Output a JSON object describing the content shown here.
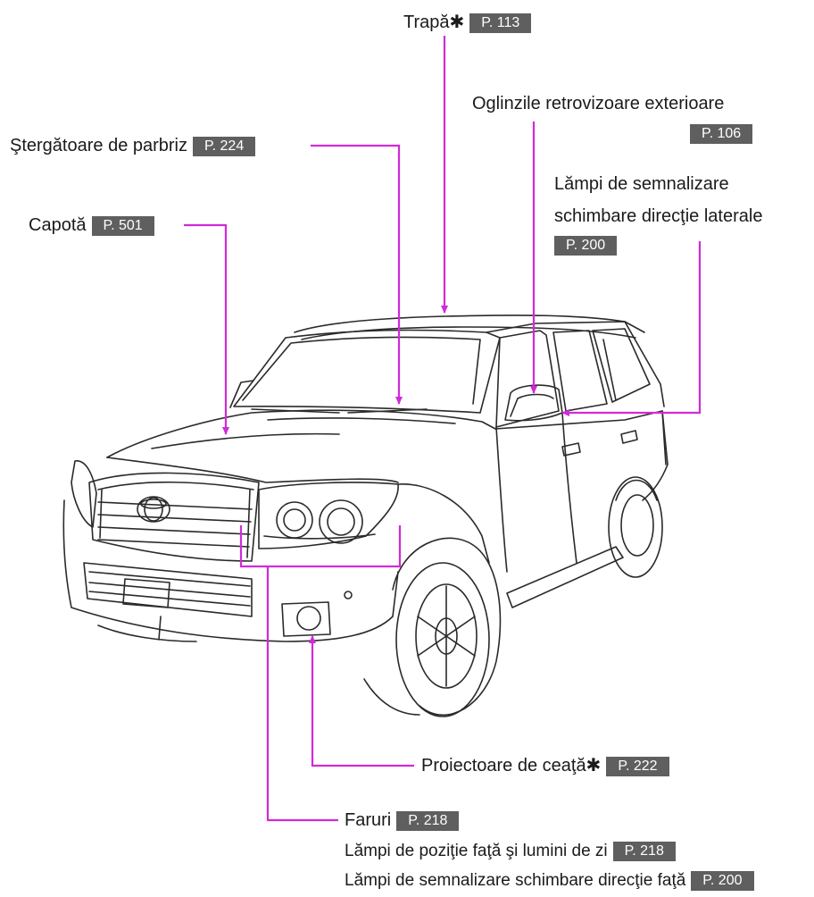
{
  "colors": {
    "leader": "#d12ad8",
    "badge": "#5f5f5f"
  },
  "labels": {
    "trapa": {
      "text": "Trapă✱",
      "page": "P. 113"
    },
    "oglinzi": {
      "text": "Oglinzile retrovizoare exterioare",
      "page": "P. 106"
    },
    "stergatoare": {
      "text": "Ştergătoare de parbriz",
      "page": "P. 224"
    },
    "lampi_laterale": {
      "line1": "Lămpi de semnalizare",
      "line2": "schimbare direcţie laterale",
      "page": "P. 200"
    },
    "capota": {
      "text": "Capotă",
      "page": "P. 501"
    },
    "proiectoare": {
      "text": "Proiectoare de ceaţă✱",
      "page": "P. 222"
    },
    "faruri": {
      "text": "Faruri",
      "page": "P. 218"
    },
    "lampi_pozitie": {
      "text": "Lămpi de poziţie faţă şi lumini de zi",
      "page": "P. 218"
    },
    "lampi_fata": {
      "text": "Lămpi de semnalizare schimbare direcţie faţă",
      "page": "P. 200"
    }
  }
}
